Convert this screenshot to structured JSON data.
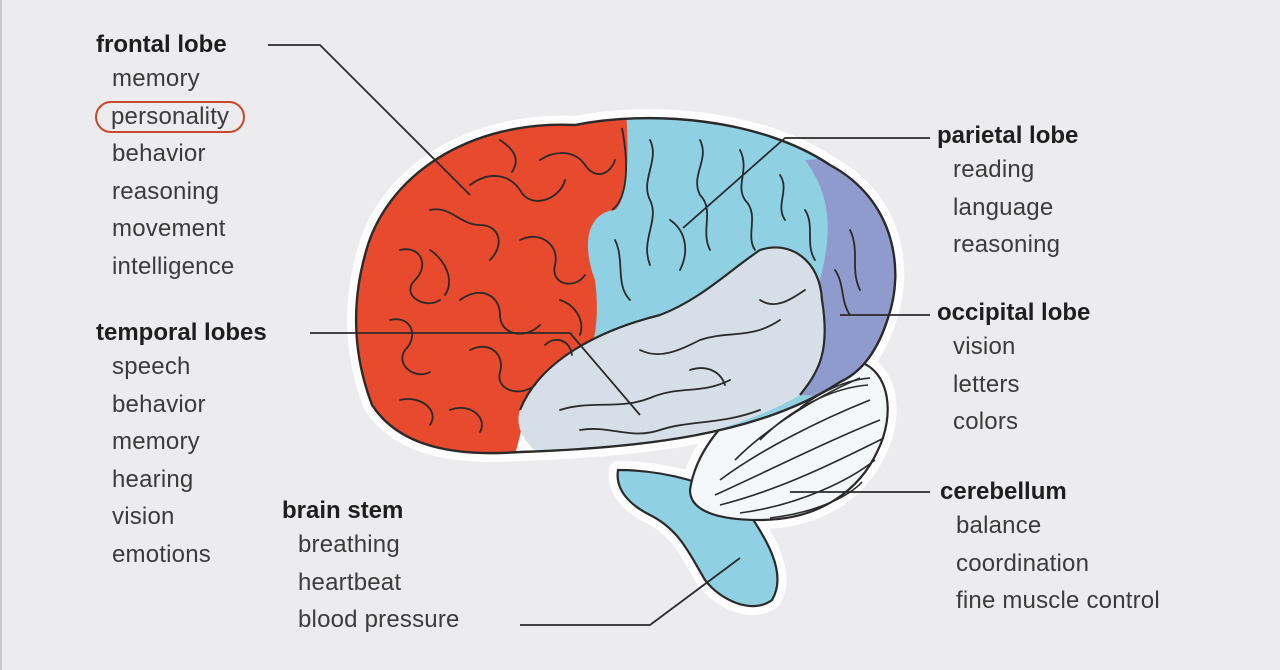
{
  "lobes": {
    "frontal": {
      "heading": "frontal lobe",
      "functions": [
        "memory",
        "personality",
        "behavior",
        "reasoning",
        "movement",
        "intelligence"
      ],
      "highlighted": "personality",
      "color": "#e84a2e"
    },
    "temporal": {
      "heading": "temporal lobes",
      "functions": [
        "speech",
        "behavior",
        "memory",
        "hearing",
        "vision",
        "emotions"
      ],
      "color": "#d6dfe8"
    },
    "brain_stem": {
      "heading": "brain stem",
      "functions": [
        "breathing",
        "heartbeat",
        "blood pressure"
      ],
      "color": "#8fd1e3"
    },
    "parietal": {
      "heading": "parietal lobe",
      "functions": [
        "reading",
        "language",
        "reasoning"
      ],
      "color": "#8fd1e3"
    },
    "occipital": {
      "heading": "occipital lobe",
      "functions": [
        "vision",
        "letters",
        "colors"
      ],
      "color": "#8e9bcc"
    },
    "cerebellum": {
      "heading": "cerebellum",
      "functions": [
        "balance",
        "coordination",
        "fine muscle control"
      ],
      "color": "#f4f7f8"
    }
  },
  "outline_color": "#2a2a2a",
  "highlight_color": "#c9472d"
}
